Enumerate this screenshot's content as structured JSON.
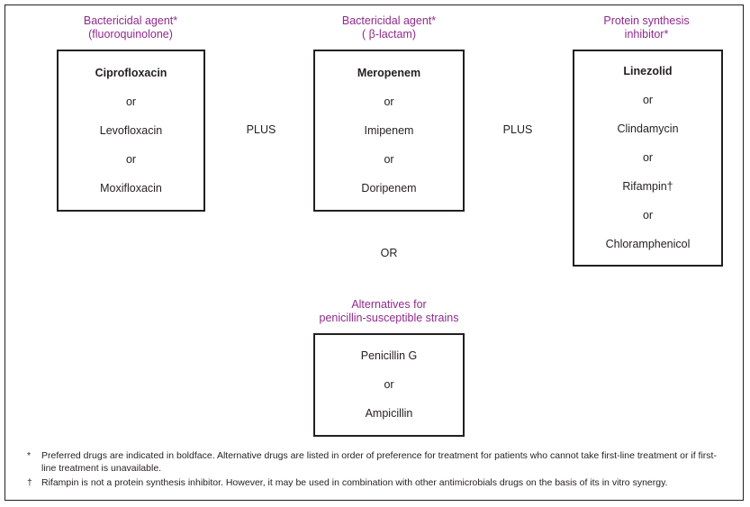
{
  "figure": {
    "columns": [
      {
        "heading_line1": "Bactericidal agent*",
        "heading_line2": "(fluoroquinolone)",
        "items": [
          {
            "label": "Ciprofloxacin",
            "style": "preferred"
          },
          {
            "label": "or",
            "style": "conj"
          },
          {
            "label": "Levofloxacin",
            "style": "alternative"
          },
          {
            "label": "or",
            "style": "conj"
          },
          {
            "label": "Moxifloxacin",
            "style": "alternative"
          }
        ]
      },
      {
        "heading_line1": "Bactericidal agent*",
        "heading_line2": "( β-lactam)",
        "items": [
          {
            "label": "Meropenem",
            "style": "preferred"
          },
          {
            "label": "or",
            "style": "conj"
          },
          {
            "label": "Imipenem",
            "style": "alternative"
          },
          {
            "label": "or",
            "style": "conj"
          },
          {
            "label": "Doripenem",
            "style": "alternative"
          }
        ]
      },
      {
        "heading_line1": "Protein synthesis",
        "heading_line2": "inhibitor*",
        "items": [
          {
            "label": "Linezolid",
            "style": "preferred"
          },
          {
            "label": "or",
            "style": "conj"
          },
          {
            "label": "Clindamycin",
            "style": "alternative"
          },
          {
            "label": "or",
            "style": "conj"
          },
          {
            "label": "Rifampin†",
            "style": "alternative"
          },
          {
            "label": "or",
            "style": "conj"
          },
          {
            "label": "Chloramphenicol",
            "style": "alternative"
          }
        ]
      }
    ],
    "connectors": {
      "plus_first": "PLUS",
      "plus_second": "PLUS",
      "or_below": "OR"
    },
    "alternatives": {
      "heading_line1": "Alternatives for",
      "heading_line2": "penicillin-susceptible strains",
      "items": [
        {
          "label": "Penicillin G",
          "style": "alternative"
        },
        {
          "label": "or",
          "style": "conj"
        },
        {
          "label": "Ampicillin",
          "style": "alternative"
        }
      ]
    },
    "footnotes": [
      {
        "mark": "*",
        "text": "Preferred drugs are indicated in boldface. Alternative drugs are listed in order of preference for treatment for patients who cannot take first-line treatment or if first-line treatment is unavailable."
      },
      {
        "mark": "†",
        "text": "Rifampin is not a protein synthesis inhibitor. However, it may be used in combination with other antimicrobials drugs on the basis of its in vitro synergy."
      }
    ],
    "colors": {
      "heading_purple": "#8f2a8c",
      "text_black": "#231f20",
      "background": "#ffffff"
    }
  }
}
